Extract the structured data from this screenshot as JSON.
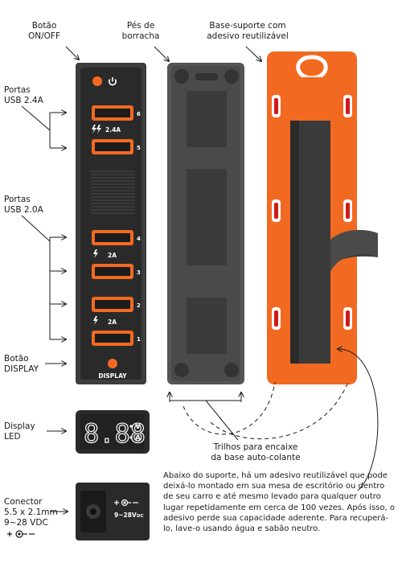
{
  "labels": {
    "onoff": "Botão\nON/OFF",
    "feet": "Pés de\nborracha",
    "base": "Base-suporte com\nadesivo reutilizável",
    "usb24": "Portas\nUSB 2.4A",
    "usb20": "Portas\nUSB 2.0A",
    "display_btn": "Botão\nDISPLAY",
    "display_led": "Display\nLED",
    "rails": "Trilhos para encaixe\nda base auto-colante",
    "connector": "Conector\n5.5 x 2.1mm\n9~28 VDC"
  },
  "device": {
    "ports": [
      {
        "number": "6"
      },
      {
        "number": "5"
      },
      {
        "number": "4"
      },
      {
        "number": "3"
      },
      {
        "number": "2"
      },
      {
        "number": "1"
      }
    ],
    "group_labels": [
      "2.4A",
      "2A",
      "2A"
    ],
    "display_label": "DISPLAY"
  },
  "led": {
    "reading": "8.88",
    "unit_v": "V",
    "unit_a": "A"
  },
  "connector": {
    "spec": "9~28V",
    "spec_suffix": "DC"
  },
  "description": "Abaixo do suporte, há um adesivo reutilizável que pode deixá-lo montado em sua mesa de escritório ou dentro de seu carro e até mesmo levado para qualquer outro lugar repetidamente em cerca de 100 vezes. Após isso, o adesivo perde sua capacidade aderente. Para recuperá-lo, lave-o usando água e sabão neutro.",
  "colors": {
    "orange": "#f26a21",
    "dark": "#2a2a2a",
    "frame": "#3d3d3d",
    "gray": "#4a4a4a"
  },
  "icons": [
    "power-icon",
    "lightning-icon",
    "polarity-icon"
  ]
}
